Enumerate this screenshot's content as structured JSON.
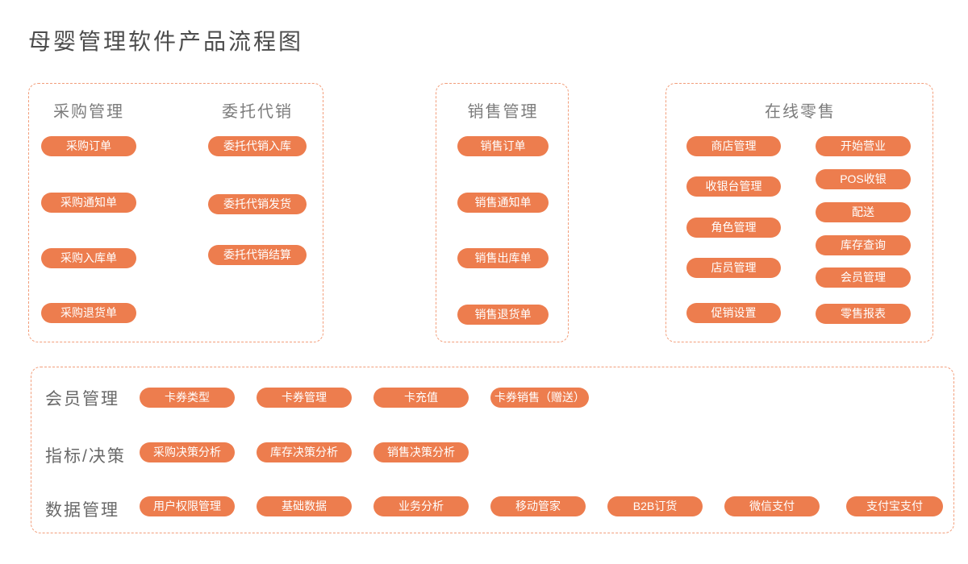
{
  "title": "母婴管理软件产品流程图",
  "colors": {
    "node_fill": "#ED7D4E",
    "node_text": "#FFFFFF",
    "box_border": "#F29E7B",
    "title_text": "#4C4C4C",
    "header_text": "#7C7C7C"
  },
  "purchase_box": {
    "purchase_header": "采购管理",
    "consignment_header": "委托代销",
    "purchase_items": [
      "采购订单",
      "采购通知单",
      "采购入库单",
      "采购退货单"
    ],
    "consignment_items": [
      "委托代销入库",
      "委托代销发货",
      "委托代销结算"
    ]
  },
  "sales_box": {
    "header": "销售管理",
    "items": [
      "销售订单",
      "销售通知单",
      "销售出库单",
      "销售退货单"
    ]
  },
  "retail_box": {
    "header": "在线零售",
    "col1": [
      "商店管理",
      "收银台管理",
      "角色管理",
      "店员管理",
      "促销设置"
    ],
    "col2": [
      "开始营业",
      "POS收银",
      "配送",
      "库存查询",
      "会员管理",
      "零售报表"
    ]
  },
  "bottom_box": {
    "rows": [
      {
        "label": "会员管理",
        "items": [
          "卡券类型",
          "卡券管理",
          "卡充值",
          "卡券销售（赠送）"
        ]
      },
      {
        "label": "指标/决策",
        "items": [
          "采购决策分析",
          "库存决策分析",
          "销售决策分析"
        ]
      },
      {
        "label": "数据管理",
        "items": [
          "用户权限管理",
          "基础数据",
          "业务分析",
          "移动管家",
          "B2B订货",
          "微信支付",
          "支付宝支付"
        ]
      }
    ]
  }
}
